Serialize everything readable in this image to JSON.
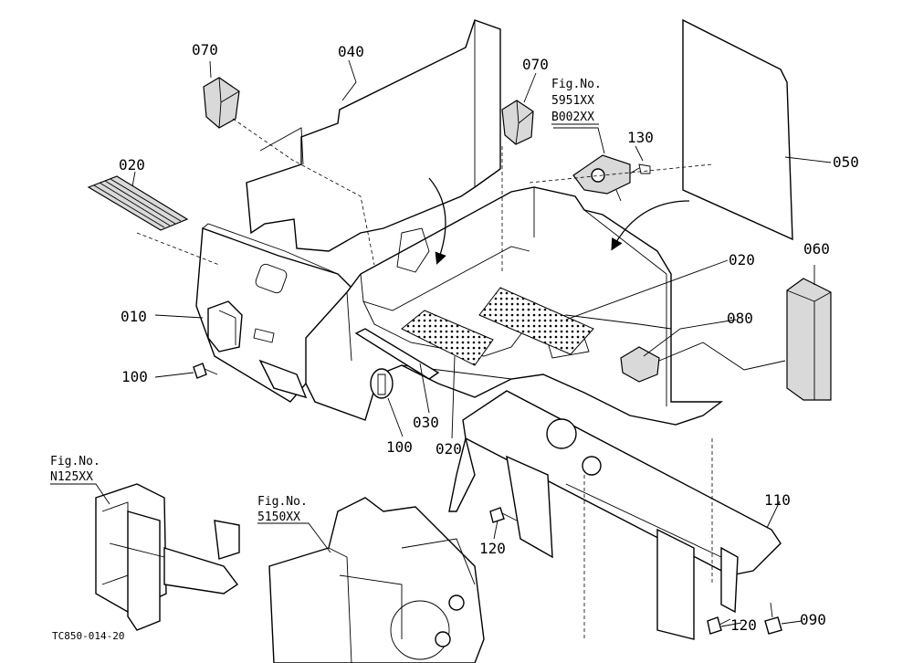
{
  "diagram": {
    "parts": [
      {
        "key": "p010",
        "number": "010"
      },
      {
        "key": "p020a",
        "number": "020"
      },
      {
        "key": "p020b",
        "number": "020"
      },
      {
        "key": "p020c",
        "number": "020"
      },
      {
        "key": "p030",
        "number": "030"
      },
      {
        "key": "p040",
        "number": "040"
      },
      {
        "key": "p050",
        "number": "050"
      },
      {
        "key": "p060",
        "number": "060"
      },
      {
        "key": "p070a",
        "number": "070"
      },
      {
        "key": "p070b",
        "number": "070"
      },
      {
        "key": "p080",
        "number": "080"
      },
      {
        "key": "p090",
        "number": "090"
      },
      {
        "key": "p100a",
        "number": "100"
      },
      {
        "key": "p100b",
        "number": "100"
      },
      {
        "key": "p110",
        "number": "110"
      },
      {
        "key": "p120a",
        "number": "120"
      },
      {
        "key": "p120b",
        "number": "120"
      },
      {
        "key": "p130",
        "number": "130"
      }
    ],
    "figure_refs": [
      {
        "key": "fig5951",
        "label": "Fig.No.",
        "codes": [
          "5951XX",
          "B002XX"
        ]
      },
      {
        "key": "figN125",
        "label": "Fig.No.",
        "codes": [
          "N125XX"
        ]
      },
      {
        "key": "fig5150",
        "label": "Fig.No.",
        "codes": [
          "5150XX"
        ]
      }
    ],
    "drawing_code": "TC850-014-20"
  }
}
